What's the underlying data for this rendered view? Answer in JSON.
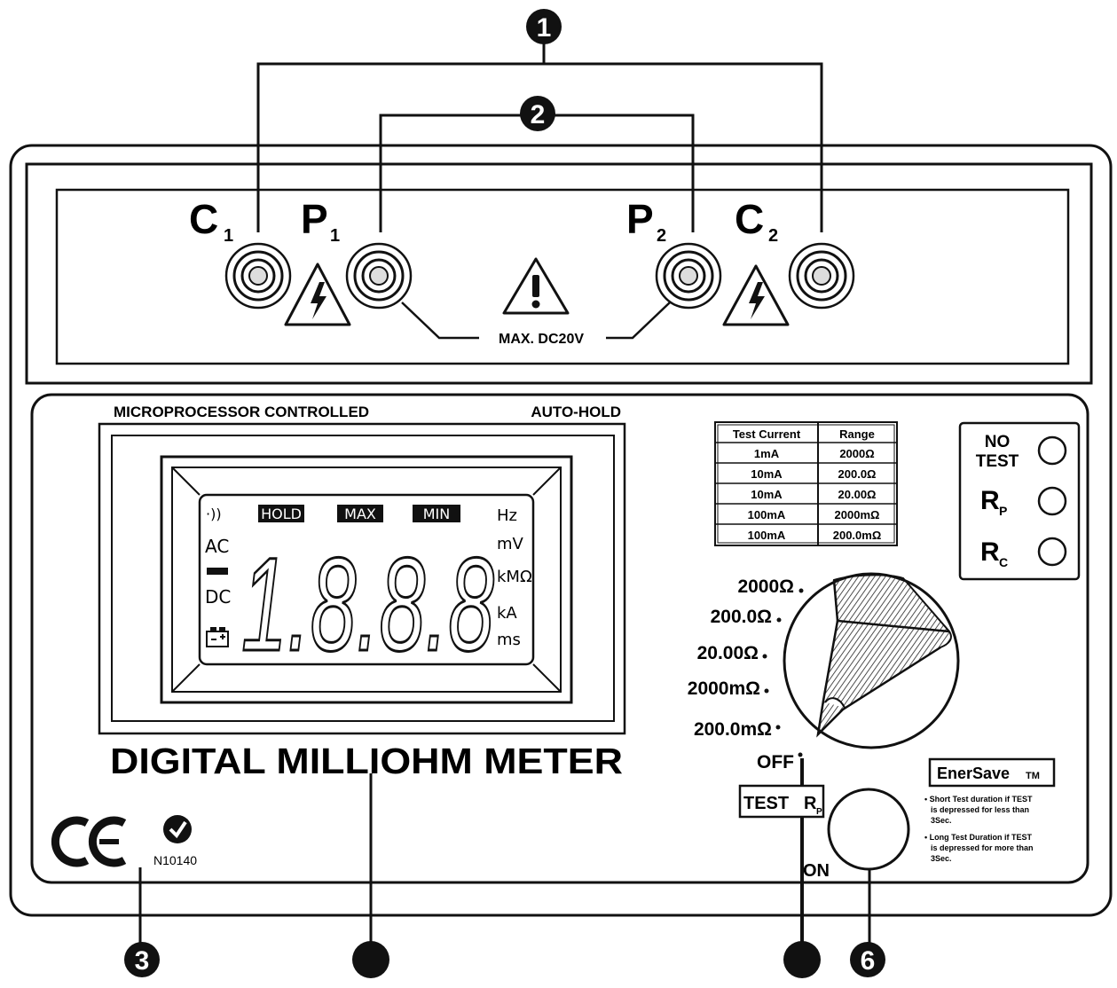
{
  "callouts": [
    "1",
    "2",
    "3",
    "",
    "",
    "6"
  ],
  "terminals": {
    "c1": {
      "letter": "C",
      "sub": "1"
    },
    "p1": {
      "letter": "P",
      "sub": "1"
    },
    "p2": {
      "letter": "P",
      "sub": "2"
    },
    "c2": {
      "letter": "C",
      "sub": "2"
    }
  },
  "max_voltage": "MAX. DC20V",
  "display_header": {
    "left": "MICROPROCESSOR CONTROLLED",
    "right": "AUTO-HOLD"
  },
  "lcd": {
    "buzzer": "·))",
    "hold": "HOLD",
    "max": "MAX",
    "min": "MIN",
    "ac": "AC",
    "dc": "DC",
    "digits": "1.8.8.8",
    "units": [
      "Hz",
      "mV",
      "kMΩ",
      "kA",
      "ms"
    ]
  },
  "product_name": "DIGITAL MILLIOHM METER",
  "cert_code": "N10140",
  "range_table": {
    "headers": [
      "Test Current",
      "Range"
    ],
    "rows": [
      [
        "1mA",
        "2000Ω"
      ],
      [
        "10mA",
        "200.0Ω"
      ],
      [
        "10mA",
        "20.00Ω"
      ],
      [
        "100mA",
        "2000mΩ"
      ],
      [
        "100mA",
        "200.0mΩ"
      ]
    ]
  },
  "indicators": {
    "no_test": [
      "NO",
      "TEST"
    ],
    "rp": {
      "letter": "R",
      "sub": "P"
    },
    "rc": {
      "letter": "R",
      "sub": "C"
    }
  },
  "dial_positions": [
    "2000Ω",
    "200.0Ω",
    "20.00Ω",
    "2000mΩ",
    "200.0mΩ",
    "OFF"
  ],
  "test_button_label": {
    "text": "TEST",
    "r": "R",
    "sub": "P"
  },
  "on_label": "ON",
  "enersave": {
    "title": "EnerSave",
    "tm": "TM",
    "notes": [
      [
        "• Short Test duration  if TEST",
        "is depressed  for less than",
        "3Sec."
      ],
      [
        "• Long Test Duration if TEST",
        "is  depressed  for more than",
        "3Sec."
      ]
    ]
  }
}
